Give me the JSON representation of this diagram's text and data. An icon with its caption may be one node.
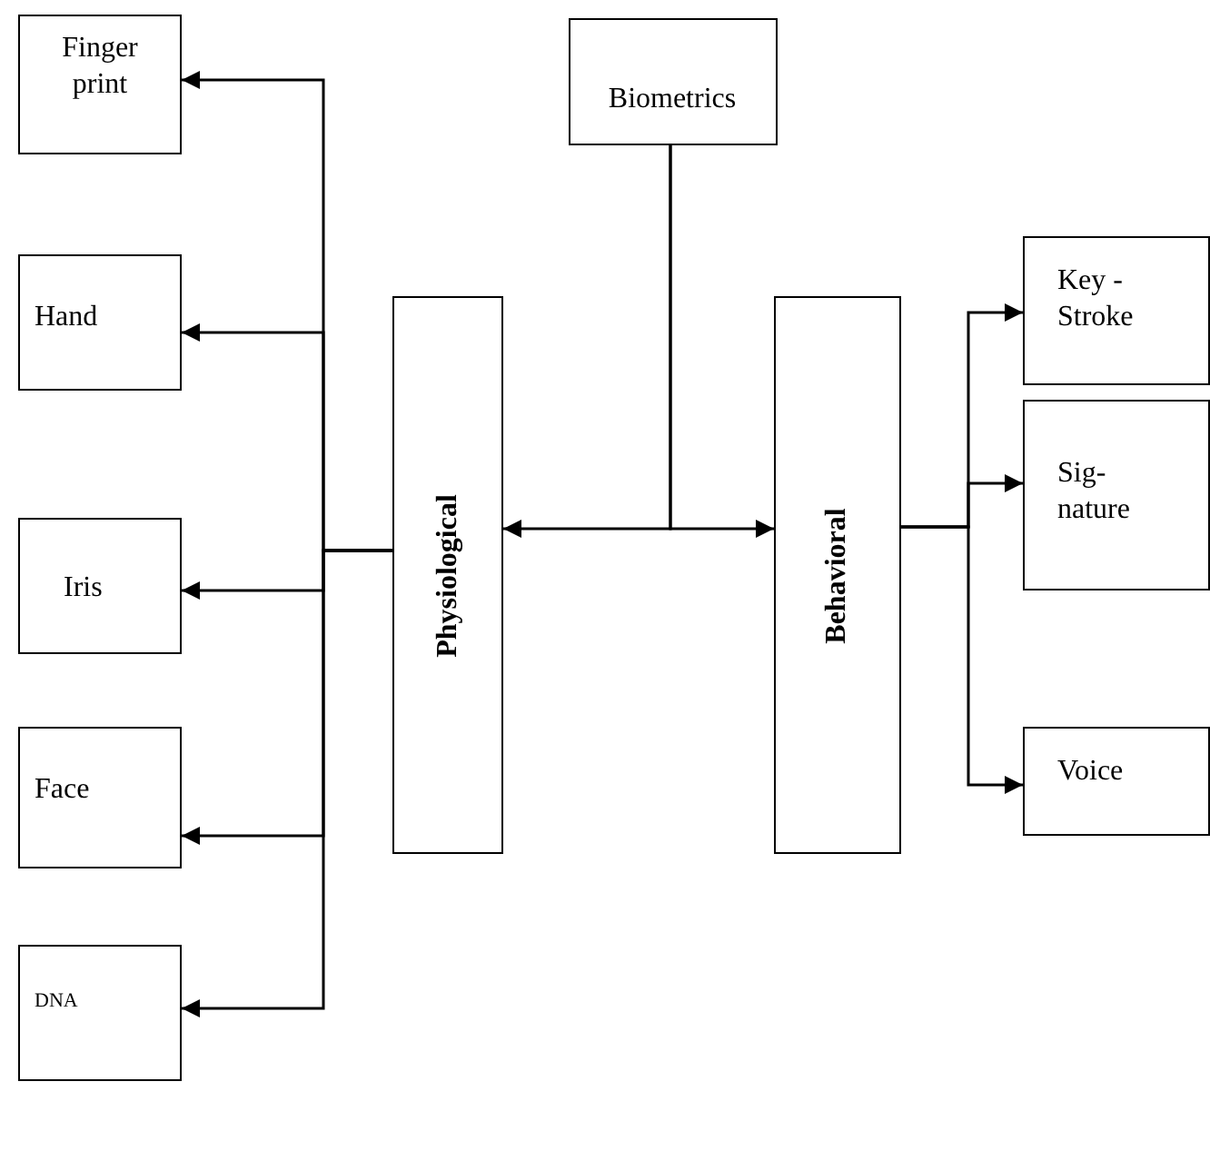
{
  "diagram": {
    "nodes": [
      {
        "text": [
          "Biometrics"
        ]
      },
      {
        "text": [
          "Physiological"
        ]
      },
      {
        "text": [
          "Behavioral"
        ]
      },
      {
        "text": [
          "Finger print"
        ]
      },
      {
        "text": [
          "Hand"
        ]
      },
      {
        "text": [
          "Iris"
        ]
      },
      {
        "text": [
          "Face"
        ]
      },
      {
        "text": [
          "DNA"
        ]
      },
      {
        "text": [
          "Key - Stroke"
        ]
      },
      {
        "text": [
          "Sig- nature"
        ]
      },
      {
        "text": [
          "Voice"
        ]
      }
    ],
    "edges": [
      {
        "from": 0,
        "to": 1,
        "arrow": "to"
      },
      {
        "from": 0,
        "to": 2,
        "arrow": "to"
      },
      {
        "from": 1,
        "to": 3,
        "arrow": "to"
      },
      {
        "from": 1,
        "to": 4,
        "arrow": "to"
      },
      {
        "from": 1,
        "to": 5,
        "arrow": "to"
      },
      {
        "from": 1,
        "to": 6,
        "arrow": "to"
      },
      {
        "from": 1,
        "to": 7,
        "arrow": "to"
      },
      {
        "from": 2,
        "to": 8,
        "arrow": "to"
      },
      {
        "from": 2,
        "to": 9,
        "arrow": "to"
      },
      {
        "from": 2,
        "to": 10,
        "arrow": "to"
      }
    ]
  }
}
